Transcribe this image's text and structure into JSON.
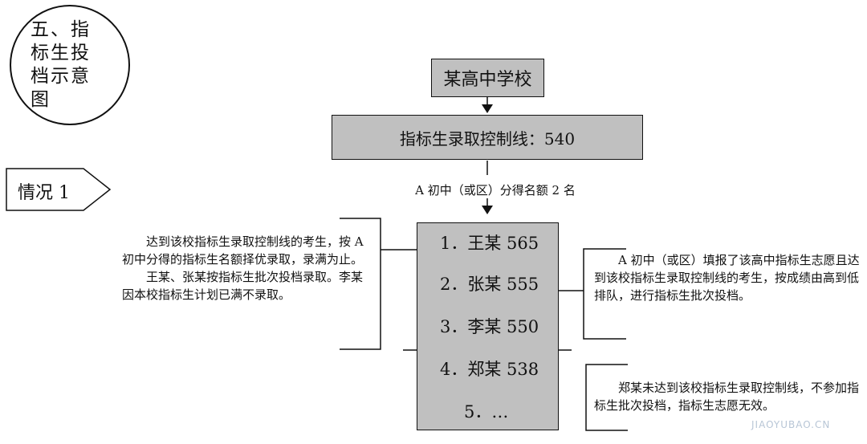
{
  "title_bubble": "五、指标生投档示意图",
  "case_label": "情况 1",
  "school": "某高中学校",
  "control_line": "指标生录取控制线：540",
  "quota": "A 初中（或区）分得名额 2 名",
  "students": [
    {
      "label": "1．王某 565"
    },
    {
      "label": "2．张某 555"
    },
    {
      "label": "3．李某 550"
    },
    {
      "label": "4．郑某 538"
    },
    {
      "label": "5．…"
    }
  ],
  "left_note": {
    "p1": "达到该校指标生录取控制线的考生，按 A 初中分得的指标生名额择优录取，录满为止。",
    "p2": "王某、张某按指标生批次投档录取。李某因本校指标生计划已满不录取。"
  },
  "right_note_top": "A 初中（或区）填报了该高中指标生志愿且达到该校指标生录取控制线的考生，按成绩由高到低排队，进行指标生批次投档。",
  "right_note_bottom": "郑某未达到该校指标生录取控制线，不参加指标生批次投档，指标生志愿无效。",
  "watermark": "JIAOYUBAO.CN",
  "colors": {
    "box_fill": "#c0c0c0",
    "stroke": "#111111"
  }
}
